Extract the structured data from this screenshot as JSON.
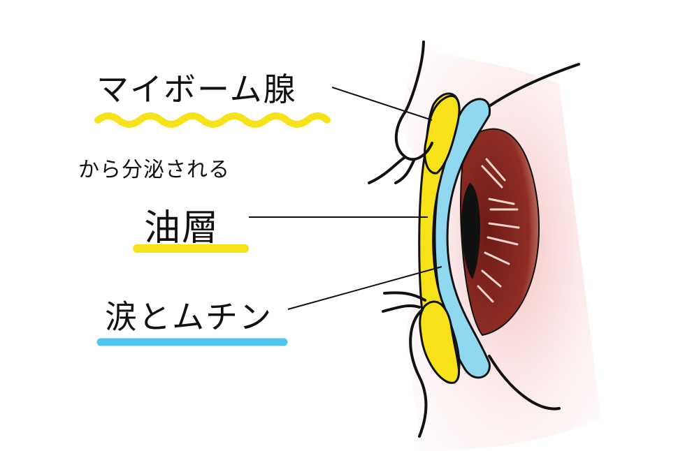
{
  "labels": {
    "meibomian_gland": "マイボーム腺",
    "secreted_from": "から分泌される",
    "oil_layer": "油層",
    "tears_and_mucin": "涙とムチン"
  },
  "colors": {
    "oil_yellow": "#f7e21a",
    "tear_blue": "#8fd8ef",
    "iris_brown": "#8b2b22",
    "skin_pink": "#f6d3d3",
    "ink": "#111111"
  }
}
